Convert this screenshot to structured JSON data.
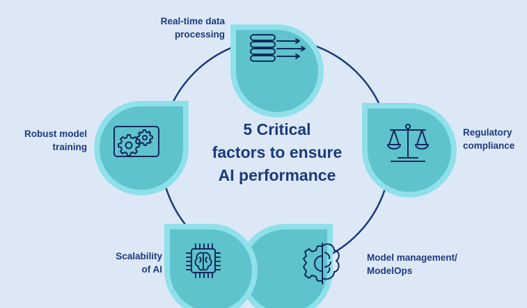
{
  "title_lines": [
    "5 Critical",
    "factors to ensure",
    "AI performance"
  ],
  "factors": [
    {
      "lines": [
        "Real-time data",
        "processing"
      ],
      "icon": "data-stream-icon"
    },
    {
      "lines": [
        "Regulatory",
        "compliance"
      ],
      "icon": "scales-icon"
    },
    {
      "lines": [
        "Model management/",
        "ModelOps"
      ],
      "icon": "gear-brain-icon"
    },
    {
      "lines": [
        "Scalability",
        "of AI"
      ],
      "icon": "chip-brain-icon"
    },
    {
      "lines": [
        "Robust model",
        "training"
      ],
      "icon": "gears-panel-icon"
    }
  ],
  "colors": {
    "background": "#dde8f7",
    "circle_line": "#1b3a7c",
    "petal_outer": "#8fe0ea",
    "petal_inner": "#5ec3cc",
    "icon_stroke": "#12285c",
    "text": "#1b3a7c"
  }
}
